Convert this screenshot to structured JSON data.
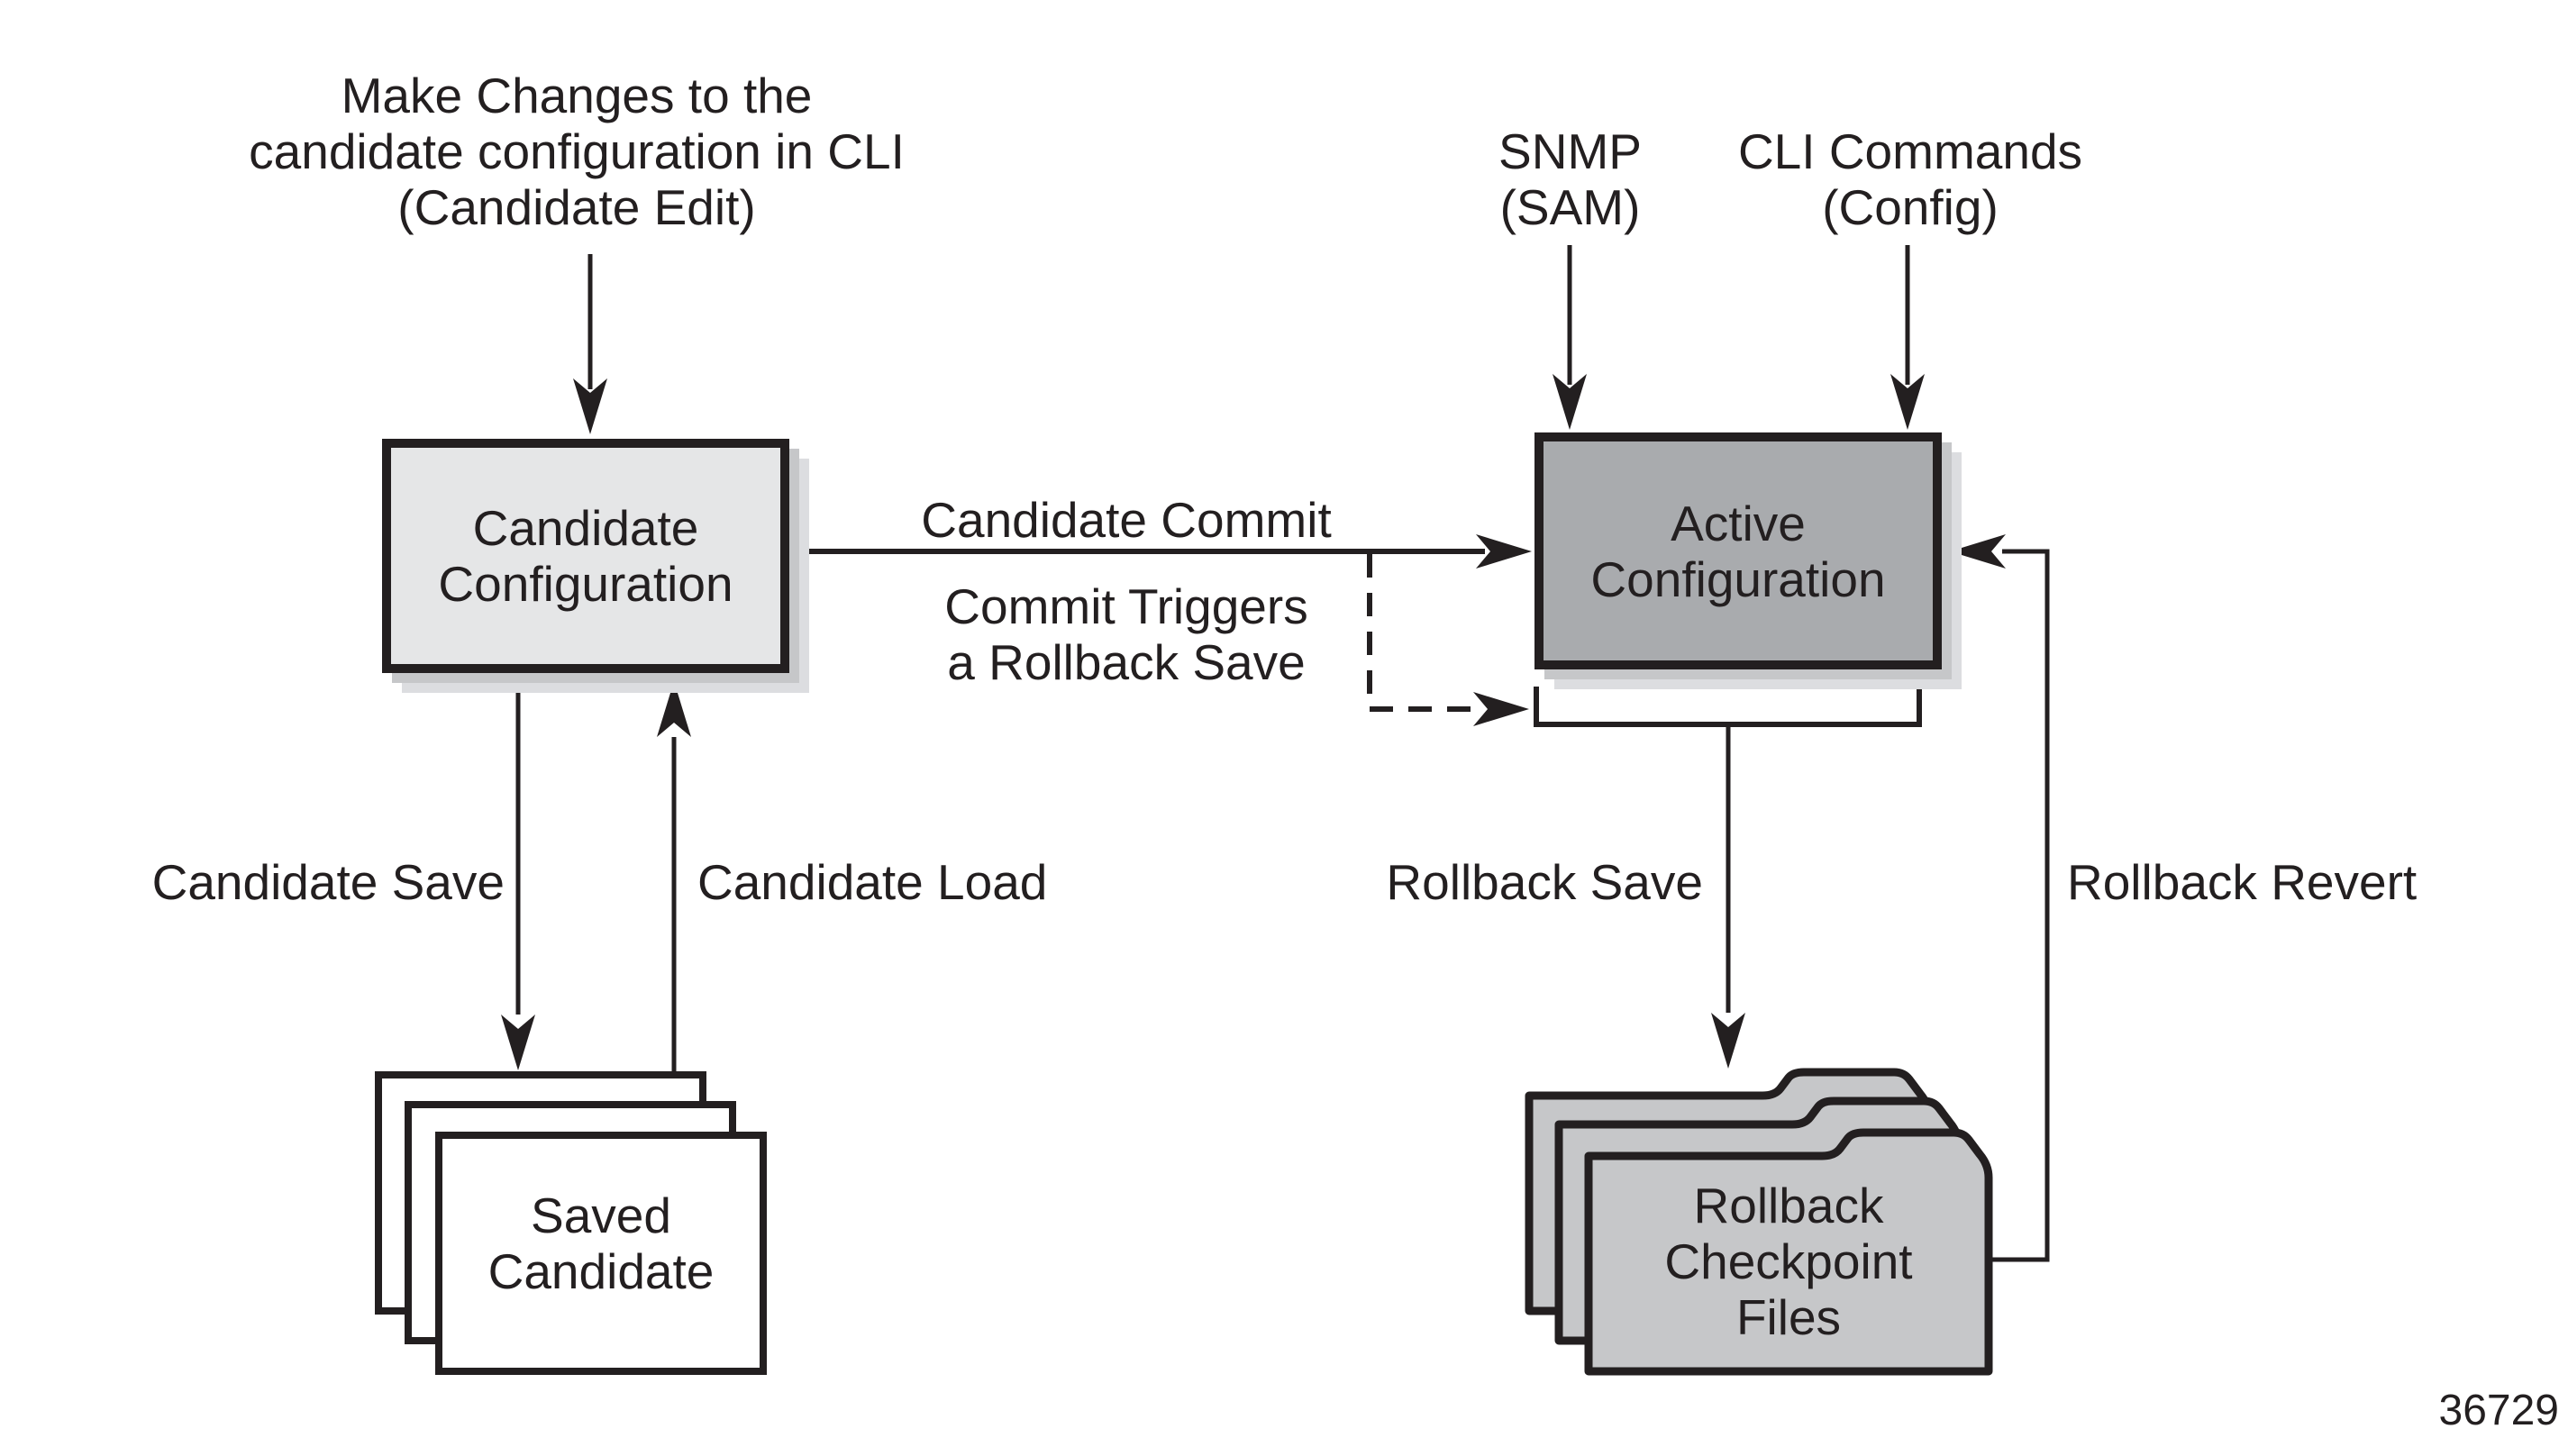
{
  "diagram": {
    "figure_number": "36729",
    "labels": {
      "make_changes": "Make Changes to the\ncandidate configuration in CLI\n(Candidate Edit)",
      "snmp": "SNMP\n(SAM)",
      "cli_commands": "CLI Commands\n(Config)",
      "candidate_commit": "Candidate Commit",
      "commit_triggers": "Commit Triggers\na Rollback Save",
      "candidate_save": "Candidate Save",
      "candidate_load": "Candidate Load",
      "rollback_save": "Rollback Save",
      "rollback_revert": "Rollback Revert"
    },
    "nodes": {
      "candidate_configuration": "Candidate\nConfiguration",
      "active_configuration": "Active\nConfiguration",
      "saved_candidate": "Saved\nCandidate",
      "rollback_checkpoint_files": "Rollback\nCheckpoint\nFiles"
    },
    "colors": {
      "ink": "#231f20",
      "candidate_box_fill": "#e5e6e7",
      "active_box_fill": "#a9abae",
      "folder_fill": "#c6c7c9",
      "shadow_inner": "#c6c7c9",
      "shadow_outer": "#dcdde0",
      "background": "#ffffff"
    }
  }
}
